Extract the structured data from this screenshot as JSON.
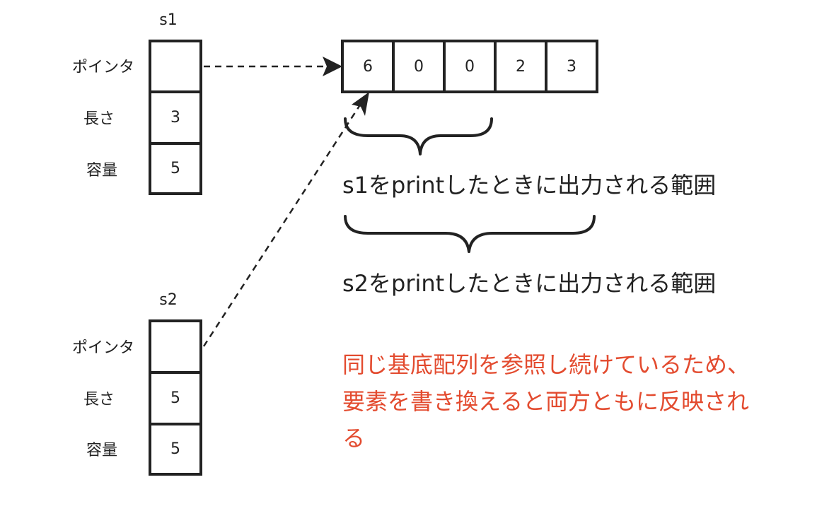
{
  "s1": {
    "name": "s1",
    "rows": [
      {
        "label": "ポインタ",
        "value": ""
      },
      {
        "label": "長さ",
        "value": "3"
      },
      {
        "label": "容量",
        "value": "5"
      }
    ]
  },
  "s2": {
    "name": "s2",
    "rows": [
      {
        "label": "ポインタ",
        "value": ""
      },
      {
        "label": "長さ",
        "value": "5"
      },
      {
        "label": "容量",
        "value": "5"
      }
    ]
  },
  "array": {
    "cells": [
      "6",
      "0",
      "0",
      "2",
      "3"
    ]
  },
  "ranges": {
    "s1": "s1をprintしたときに出力される範囲",
    "s2": "s2をprintしたときに出力される範囲"
  },
  "note": {
    "text": "同じ基底配列を参照し続けているため、要素を書き換えると両方ともに反映される",
    "color": "#e34b2f"
  }
}
